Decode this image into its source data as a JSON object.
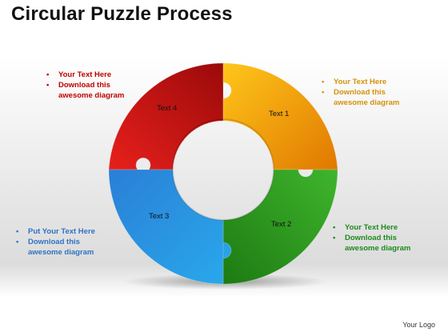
{
  "title": "Circular Puzzle Process",
  "colors": {
    "segment_1": "#f0a500",
    "segment_2": "#2b9a1e",
    "segment_3": "#2f8fdc",
    "segment_4": "#d51a1a",
    "note_top_left": "#c00000",
    "note_top_right": "#d4920a",
    "note_bottom_right": "#1e8a1e",
    "note_bottom_left": "#2f72c4"
  },
  "diagram": {
    "segments": [
      {
        "label": "Text 1"
      },
      {
        "label": "Text 2"
      },
      {
        "label": "Text 3"
      },
      {
        "label": "Text 4"
      }
    ]
  },
  "notes": {
    "top_left": {
      "line1": "Your Text Here",
      "line2": "Download this",
      "line3": "awesome diagram"
    },
    "top_right": {
      "line1": "Your Text Here",
      "line2": "Download this",
      "line3": "awesome diagram"
    },
    "bottom_right": {
      "line1": "Your Text Here",
      "line2": "Download this",
      "line3": "awesome diagram"
    },
    "bottom_left": {
      "line1": "Put Your Text Here",
      "line2": "Download this",
      "line3": "awesome diagram"
    }
  },
  "footer": "Your Logo"
}
